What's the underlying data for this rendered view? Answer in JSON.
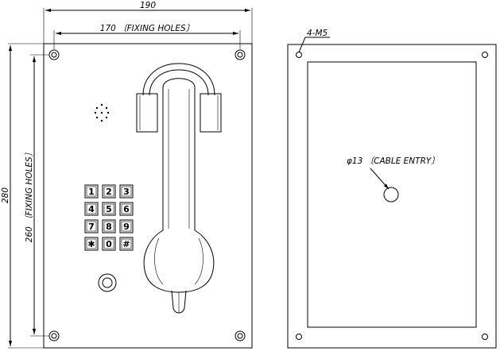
{
  "dimensions": {
    "overall_width": "190",
    "fixing_width": "170 〔FIXING HOLES〕",
    "overall_height": "280",
    "fixing_height": "260 〔FIXING HOLES〕"
  },
  "back_view": {
    "screw_label": "4-M5",
    "cable_label": "φ13 〔CABLE ENTRY〕"
  },
  "keypad": {
    "keys": [
      "1",
      "2",
      "3",
      "4",
      "5",
      "6",
      "7",
      "8",
      "9",
      "✱",
      "0",
      "#"
    ]
  }
}
